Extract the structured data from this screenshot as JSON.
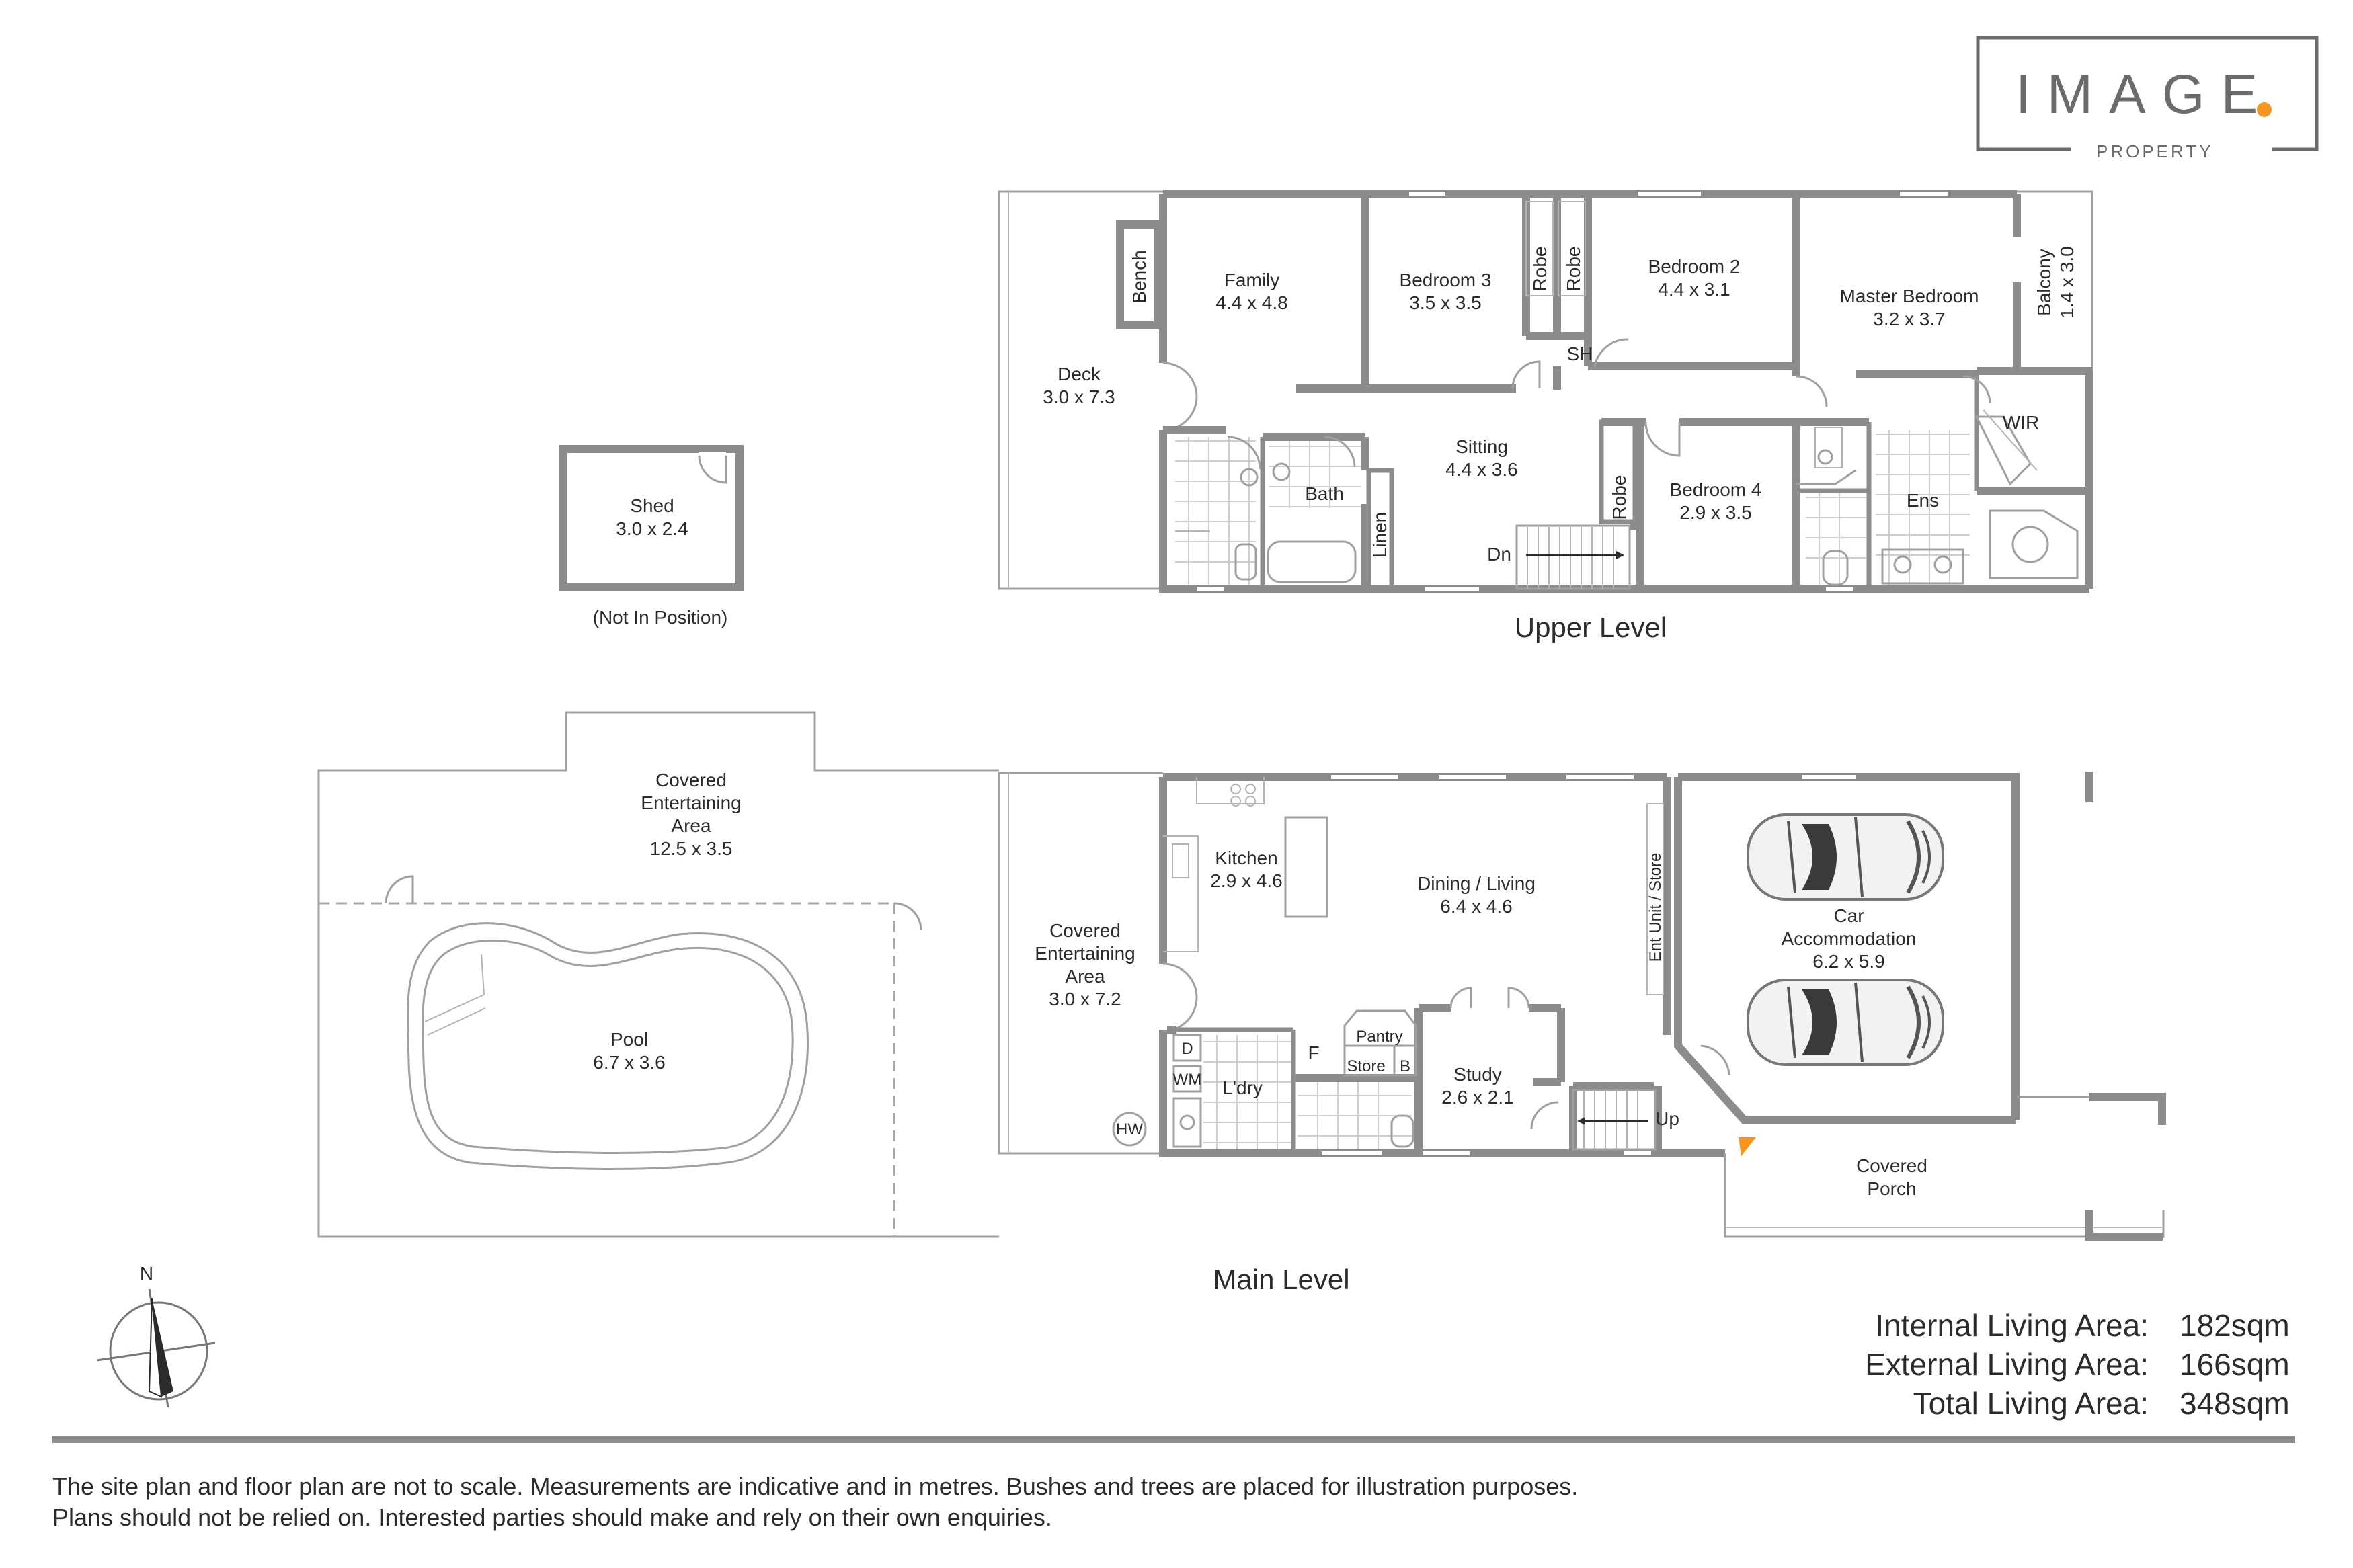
{
  "brand": {
    "name": "IMAGE",
    "sub": "PROPERTY",
    "accent": "#f7941d"
  },
  "levels": {
    "upper": "Upper Level",
    "main": "Main Level"
  },
  "shed": {
    "name": "Shed",
    "dims": "3.0 x 2.4",
    "note": "(Not In Position)"
  },
  "upper_rooms": {
    "deck": {
      "name": "Deck",
      "dims": "3.0 x 7.3"
    },
    "bench": "Bench",
    "family": {
      "name": "Family",
      "dims": "4.4 x 4.8"
    },
    "bedroom3": {
      "name": "Bedroom 3",
      "dims": "3.5 x 3.5"
    },
    "robe1": "Robe",
    "robe2": "Robe",
    "sh": "SH",
    "bedroom2": {
      "name": "Bedroom 2",
      "dims": "4.4 x 3.1"
    },
    "master": {
      "name": "Master Bedroom",
      "dims": "3.2 x 3.7"
    },
    "balcony": {
      "name": "Balcony",
      "dims": "1.4 x 3.0"
    },
    "wir": "WIR",
    "sitting": {
      "name": "Sitting",
      "dims": "4.4 x 3.6"
    },
    "bath": "Bath",
    "linen": "Linen",
    "dn": "Dn",
    "robe3": "Robe",
    "bedroom4": {
      "name": "Bedroom 4",
      "dims": "2.9 x 3.5"
    },
    "ens": "Ens"
  },
  "main_rooms": {
    "cea_large": {
      "line1": "Covered",
      "line2": "Entertaining",
      "line3": "Area",
      "dims": "12.5 x 3.5"
    },
    "pool": {
      "name": "Pool",
      "dims": "6.7 x 3.6"
    },
    "cea_small": {
      "line1": "Covered",
      "line2": "Entertaining",
      "line3": "Area",
      "dims": "3.0 x 7.2"
    },
    "kitchen": {
      "name": "Kitchen",
      "dims": "2.9 x 4.6"
    },
    "dining": {
      "name": "Dining /  Living",
      "dims": "6.4 x 4.6"
    },
    "ent_unit": "Ent Unit / Store",
    "car": {
      "line1": "Car",
      "line2": "Accommodation",
      "dims": "6.2 x 5.9"
    },
    "d": "D",
    "wm": "WM",
    "laundry": "L'dry",
    "hw": "HW",
    "f": "F",
    "pantry": "Pantry",
    "store": "Store",
    "b": "B",
    "study": {
      "name": "Study",
      "dims": "2.6 x 2.1"
    },
    "up": "Up",
    "porch": {
      "line1": "Covered",
      "line2": "Porch"
    }
  },
  "north": "N",
  "areas": [
    {
      "label": "Internal Living Area:",
      "value": "182sqm"
    },
    {
      "label": "External Living Area:",
      "value": "166sqm"
    },
    {
      "label": "Total Living Area:",
      "value": "348sqm"
    }
  ],
  "disclaimer": {
    "line1": "The site plan and floor plan are not to scale. Measurements are indicative and in metres. Bushes and trees are placed for illustration purposes.",
    "line2": "Plans should not be relied on. Interested parties should make and rely on their own enquiries."
  }
}
